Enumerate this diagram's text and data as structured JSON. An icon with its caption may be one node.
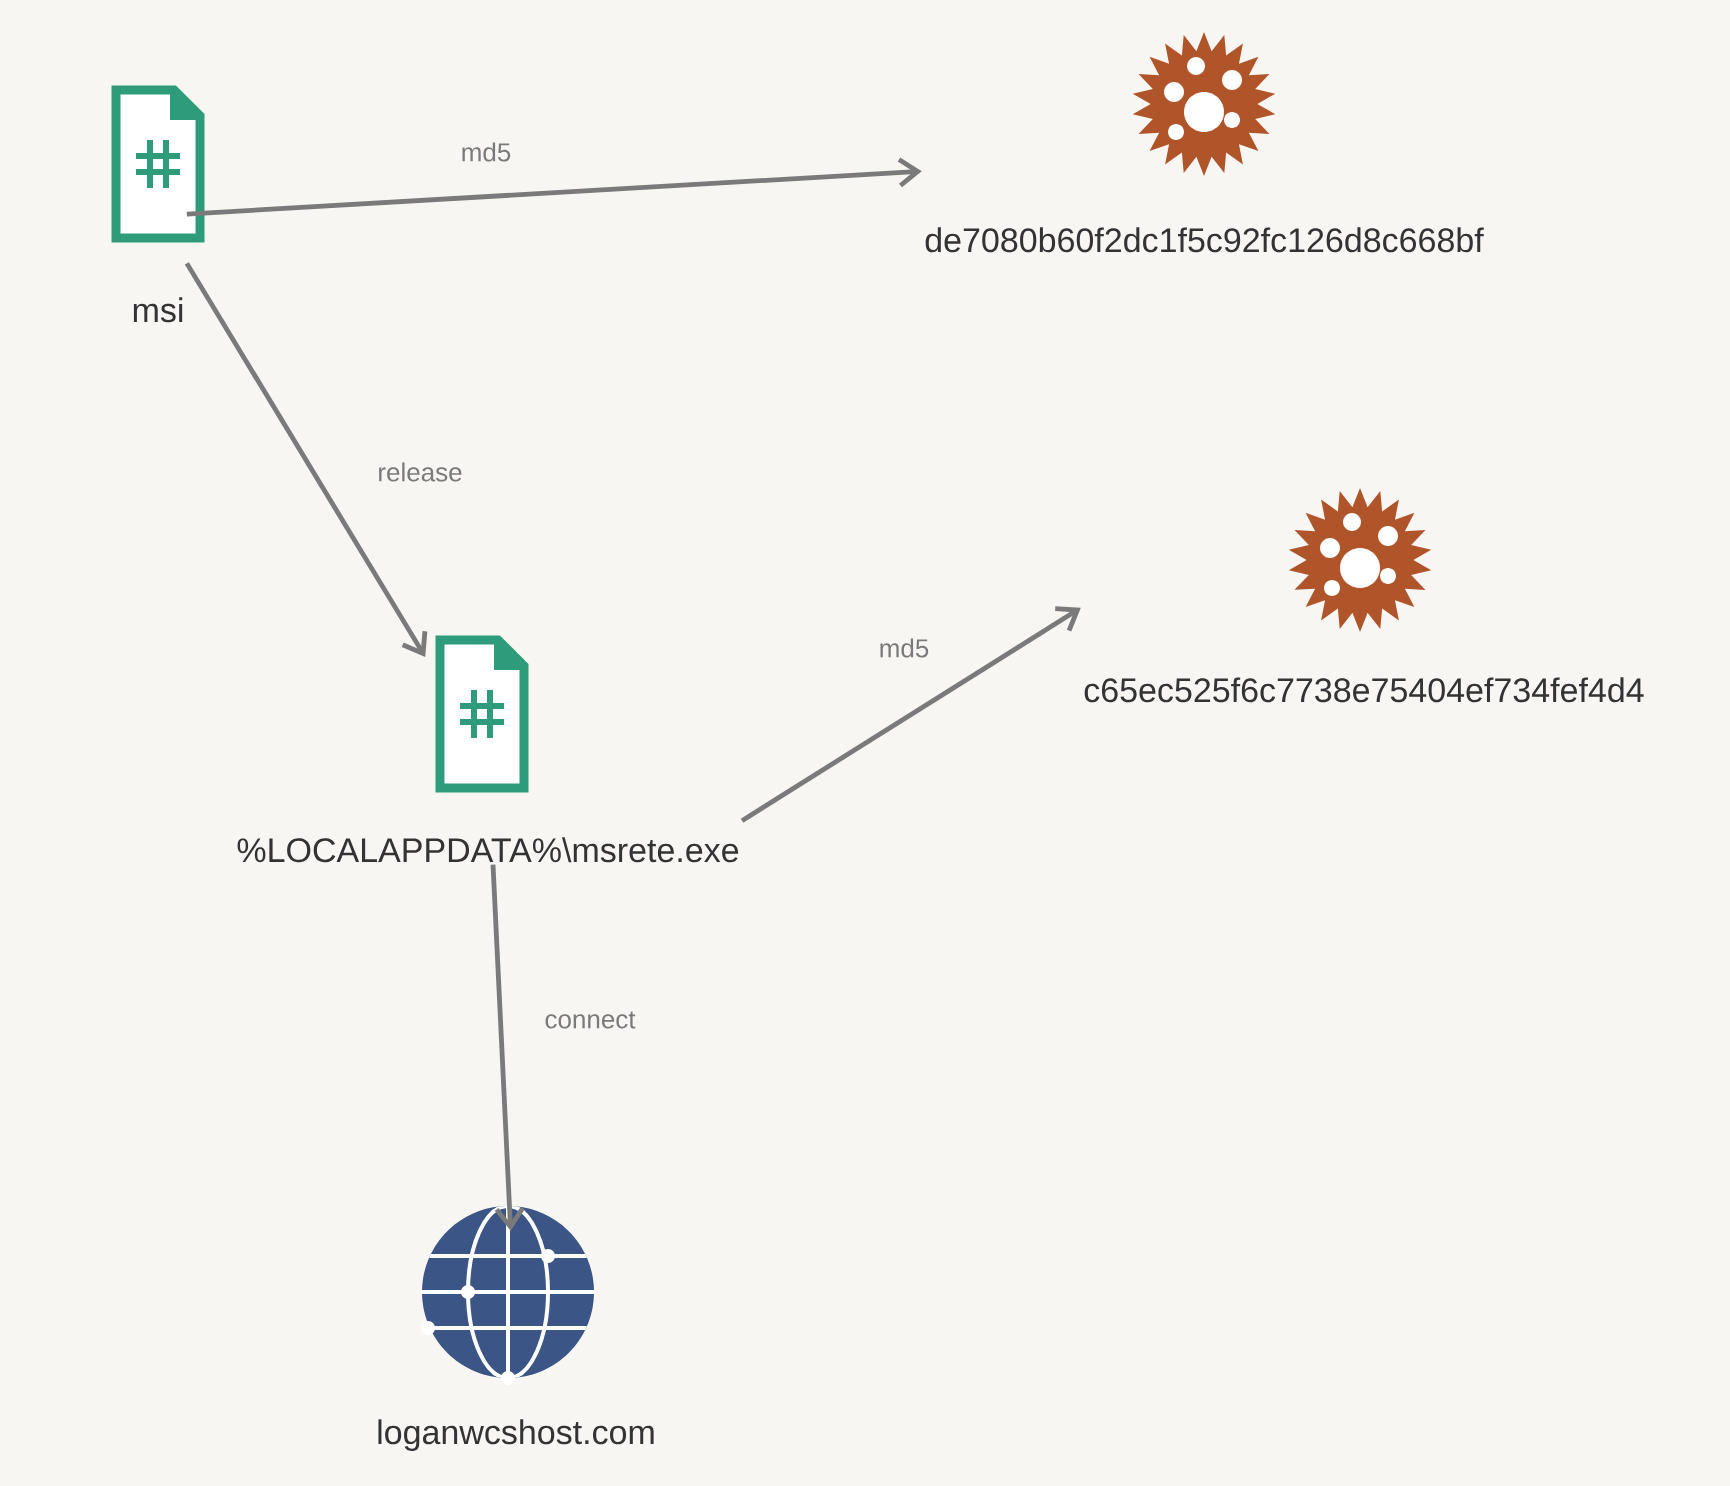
{
  "diagram": {
    "nodes": [
      {
        "text": [
          "msi"
        ]
      },
      {
        "text": [
          "de7080b60f2dc1f5c92fc126d8c668bf"
        ]
      },
      {
        "text": [
          "%LOCALAPPDATA%\\msrete.exe"
        ]
      },
      {
        "text": [
          "c65ec525f6c7738e75404ef734fef4d4"
        ]
      },
      {
        "text": [
          "loganwcshost.com"
        ]
      }
    ],
    "edges": [
      {
        "from": 0,
        "to": 1,
        "arrow": "to",
        "label": "md5"
      },
      {
        "from": 0,
        "to": 2,
        "arrow": "to",
        "label": "release"
      },
      {
        "from": 2,
        "to": 3,
        "arrow": "to",
        "label": "md5"
      },
      {
        "from": 2,
        "to": 4,
        "arrow": "to",
        "label": "connect"
      }
    ]
  }
}
